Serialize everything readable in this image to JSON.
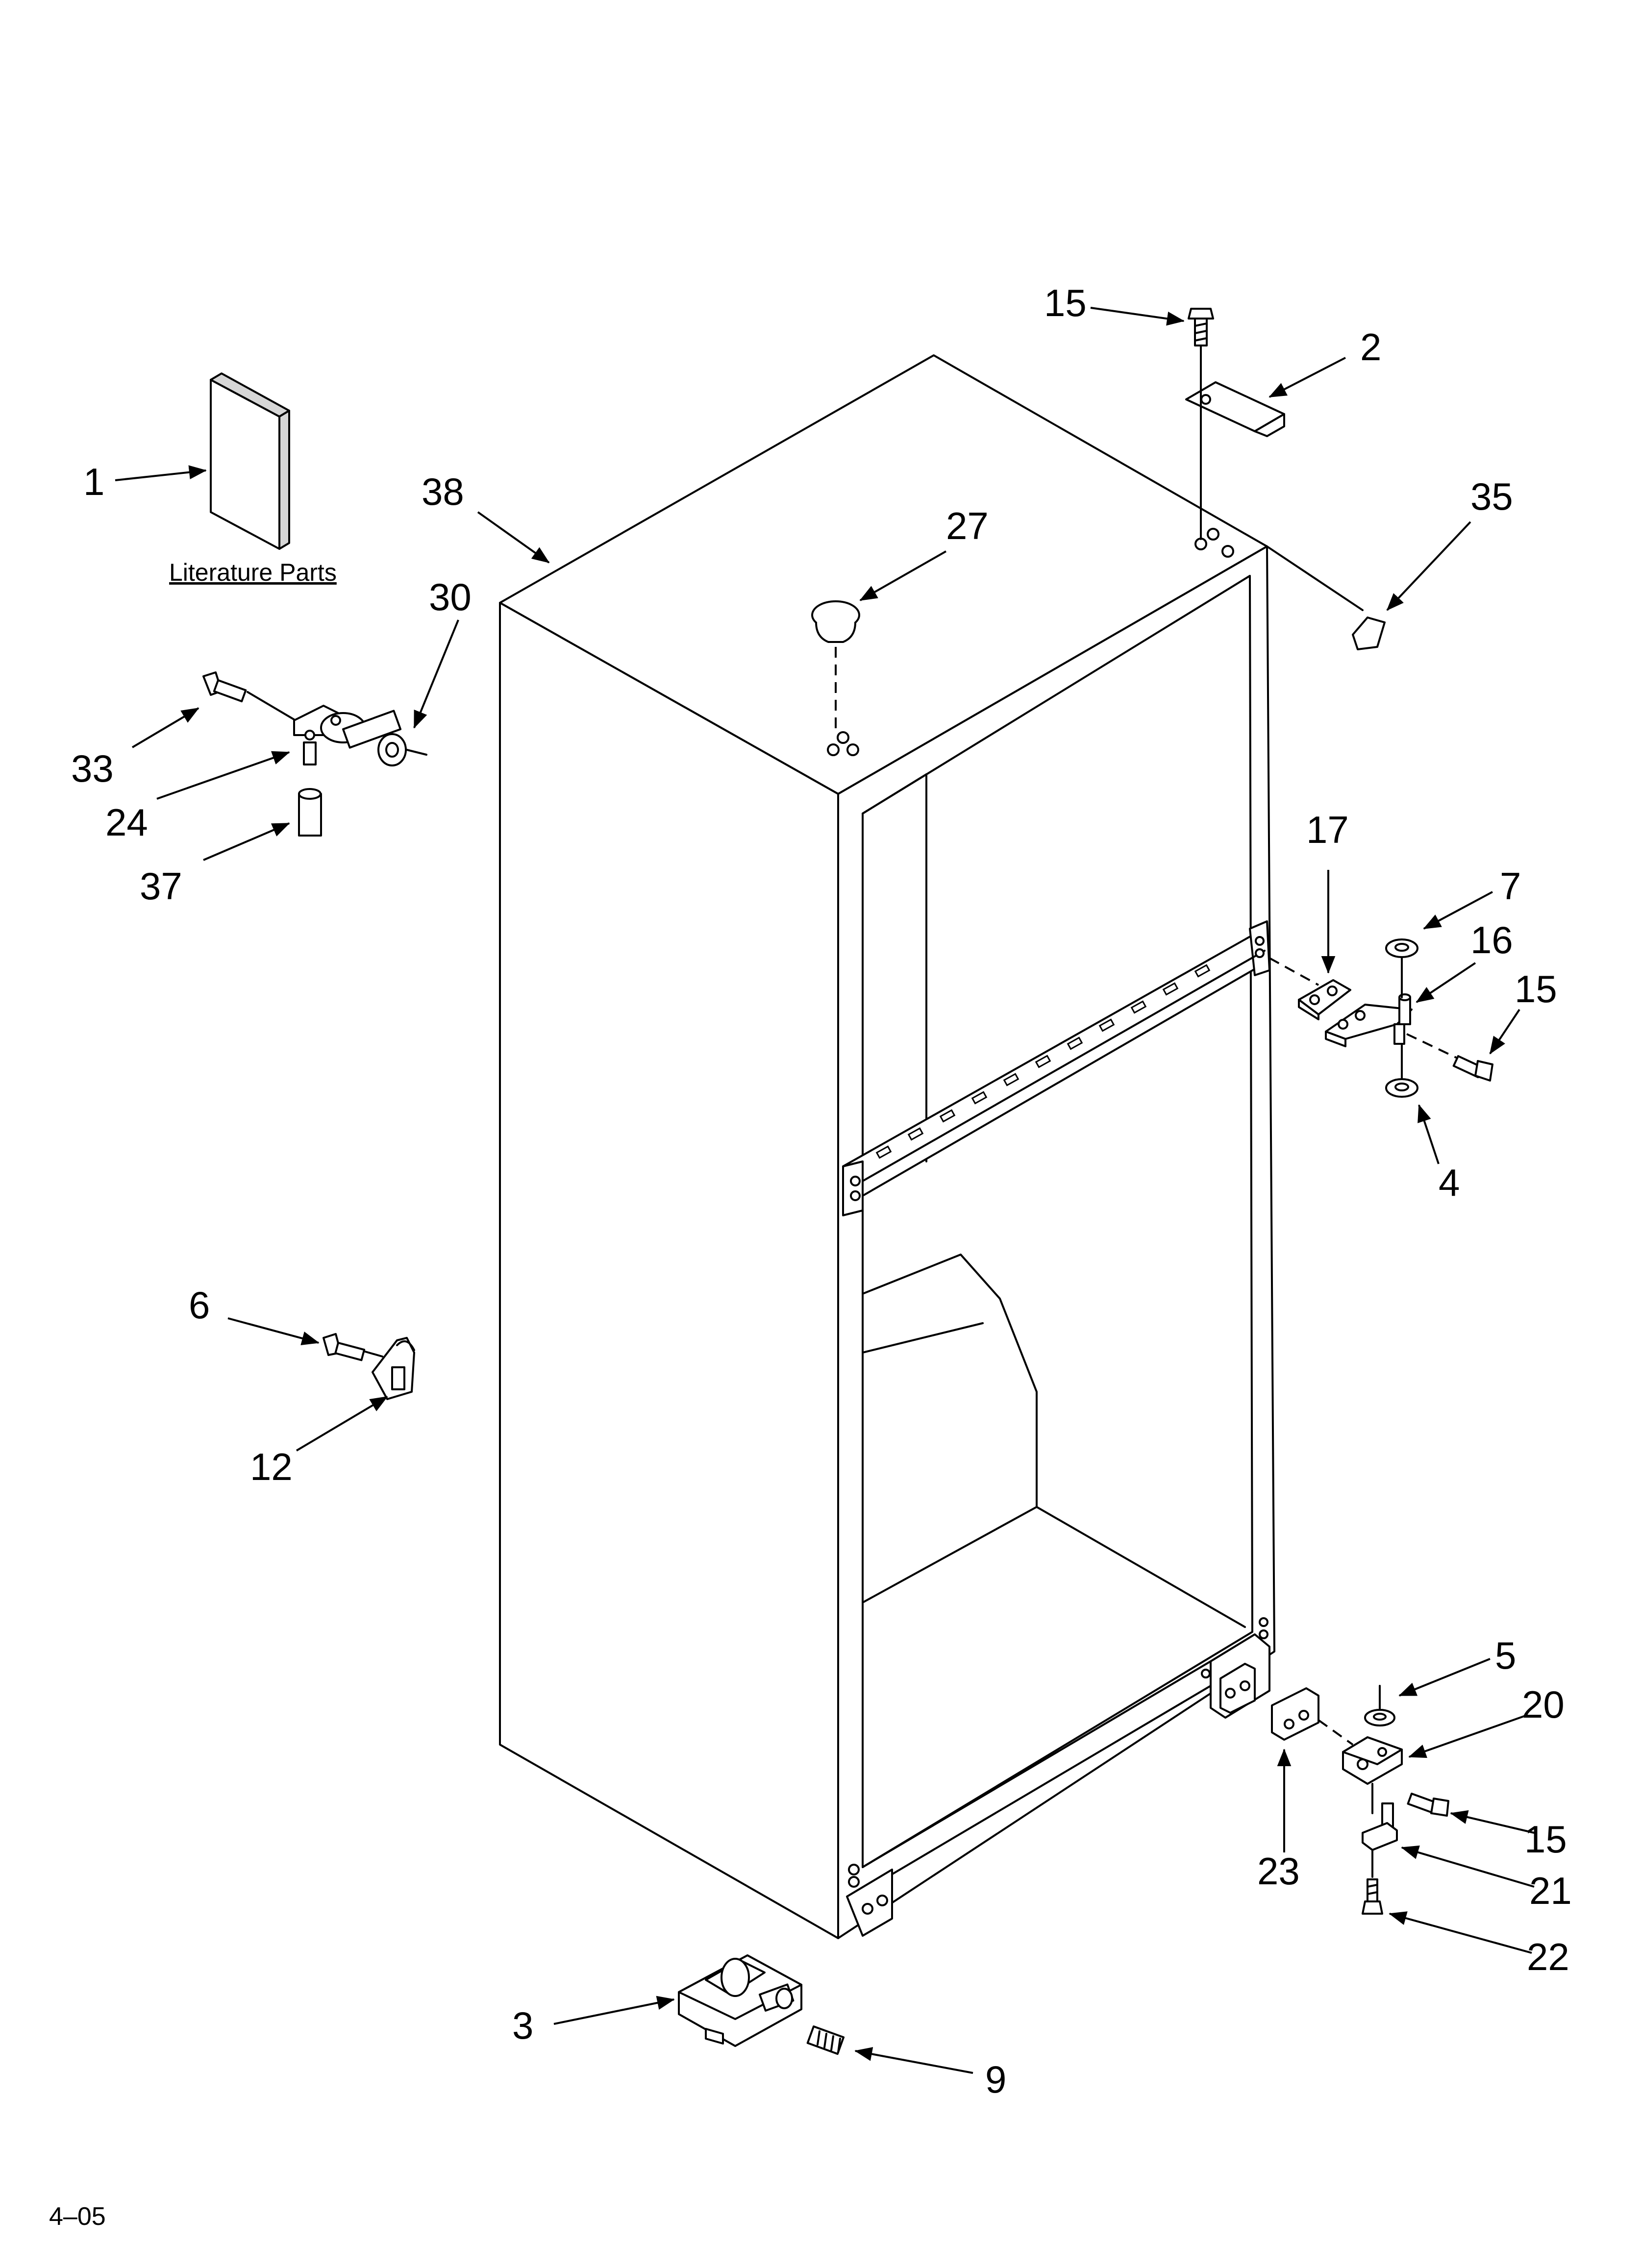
{
  "diagram": {
    "caption": "Literature Parts",
    "footer_code": "4–05",
    "callouts": {
      "c1": "1",
      "c38": "38",
      "c30": "30",
      "c33": "33",
      "c24": "24",
      "c37": "37",
      "c6": "6",
      "c12": "12",
      "c15_top": "15",
      "c2": "2",
      "c27": "27",
      "c35": "35",
      "c17": "17",
      "c7": "7",
      "c16": "16",
      "c15_mid": "15",
      "c4": "4",
      "c5": "5",
      "c20": "20",
      "c15_low": "15",
      "c23": "23",
      "c21": "21",
      "c22": "22",
      "c3": "3",
      "c9": "9"
    }
  }
}
